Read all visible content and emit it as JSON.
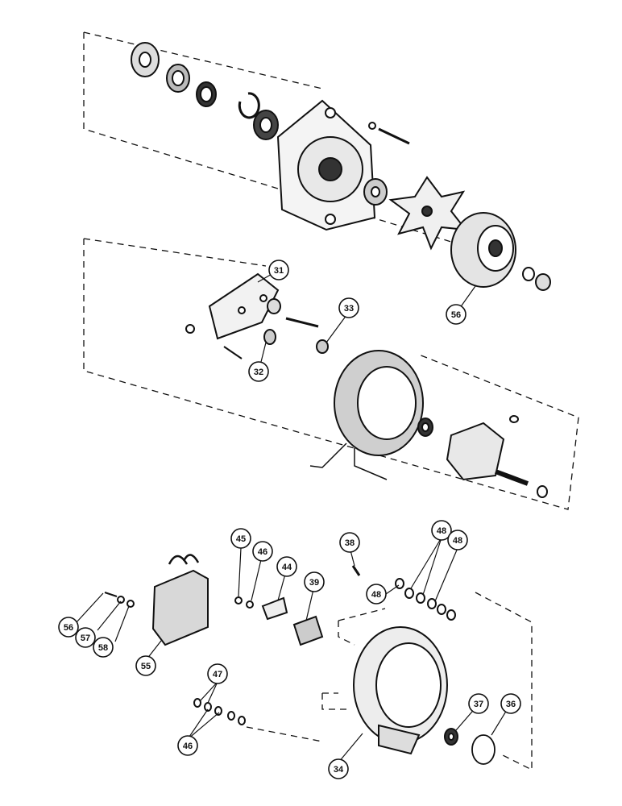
{
  "diagram": {
    "callouts": [
      {
        "id": "c31",
        "label": "31"
      },
      {
        "id": "c32",
        "label": "32"
      },
      {
        "id": "c33",
        "label": "33"
      },
      {
        "id": "c56a",
        "label": "56"
      },
      {
        "id": "c45",
        "label": "45"
      },
      {
        "id": "c46a",
        "label": "46"
      },
      {
        "id": "c44",
        "label": "44"
      },
      {
        "id": "c39",
        "label": "39"
      },
      {
        "id": "c38",
        "label": "38"
      },
      {
        "id": "c48a",
        "label": "48"
      },
      {
        "id": "c48b",
        "label": "48"
      },
      {
        "id": "c48c",
        "label": "48"
      },
      {
        "id": "c56b",
        "label": "56"
      },
      {
        "id": "c57",
        "label": "57"
      },
      {
        "id": "c58",
        "label": "58"
      },
      {
        "id": "c55",
        "label": "55"
      },
      {
        "id": "c47",
        "label": "47"
      },
      {
        "id": "c46b",
        "label": "46"
      },
      {
        "id": "c34",
        "label": "34"
      },
      {
        "id": "c37",
        "label": "37"
      },
      {
        "id": "c36",
        "label": "36"
      }
    ]
  }
}
